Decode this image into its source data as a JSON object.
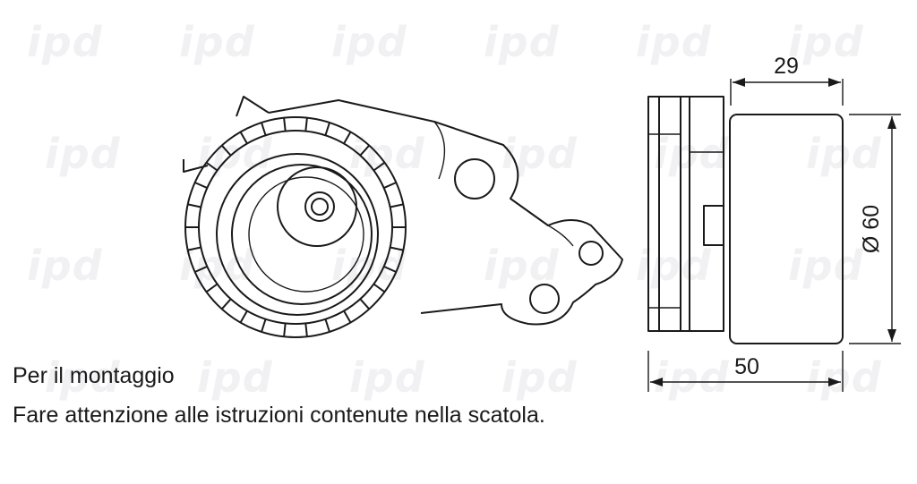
{
  "watermark": {
    "text": "ipd"
  },
  "dimensions": {
    "width_top": "29",
    "diameter": "Ø 60",
    "width_bottom": "50"
  },
  "notes": {
    "line1": "Per il montaggio",
    "line2": "Fare attenzione alle istruzioni contenute nella scatola."
  }
}
